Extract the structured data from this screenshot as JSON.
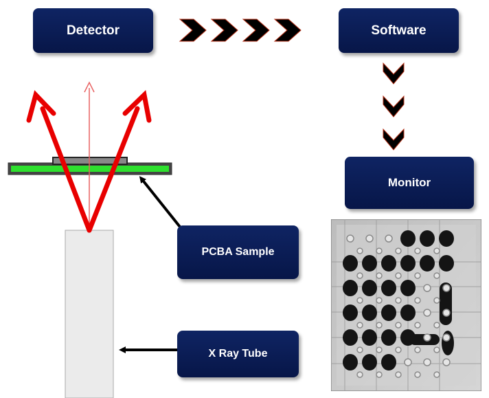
{
  "labels": {
    "detector": "Detector",
    "software": "Software",
    "monitor": "Monitor",
    "pcba_sample": "PCBA Sample",
    "xray_tube": "X Ray Tube"
  },
  "colors": {
    "box_fill": "#0b1d57",
    "ray_red": "#e80000",
    "pcb_green": "#2ee02e",
    "tube_fill": "#ebebeb",
    "chevron": "#000000"
  }
}
